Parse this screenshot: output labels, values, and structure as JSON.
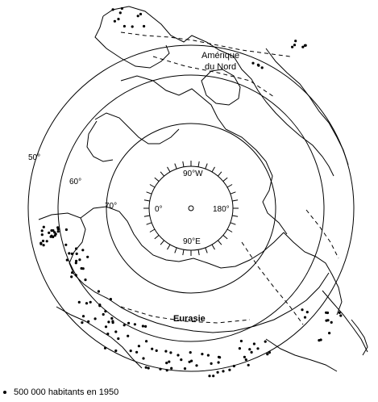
{
  "map": {
    "regions": {
      "north_america": "Amérique du Nord",
      "eurasia": "Eurasie"
    },
    "latitudes": {
      "lat50": "50°",
      "lat60": "60°",
      "lat70": "70°"
    },
    "pole_labels": {
      "top": "90°W",
      "bottom": "90°E",
      "left": "0°",
      "right": "180°"
    },
    "legend": {
      "label": "500 000 habitants en 1950"
    }
  }
}
